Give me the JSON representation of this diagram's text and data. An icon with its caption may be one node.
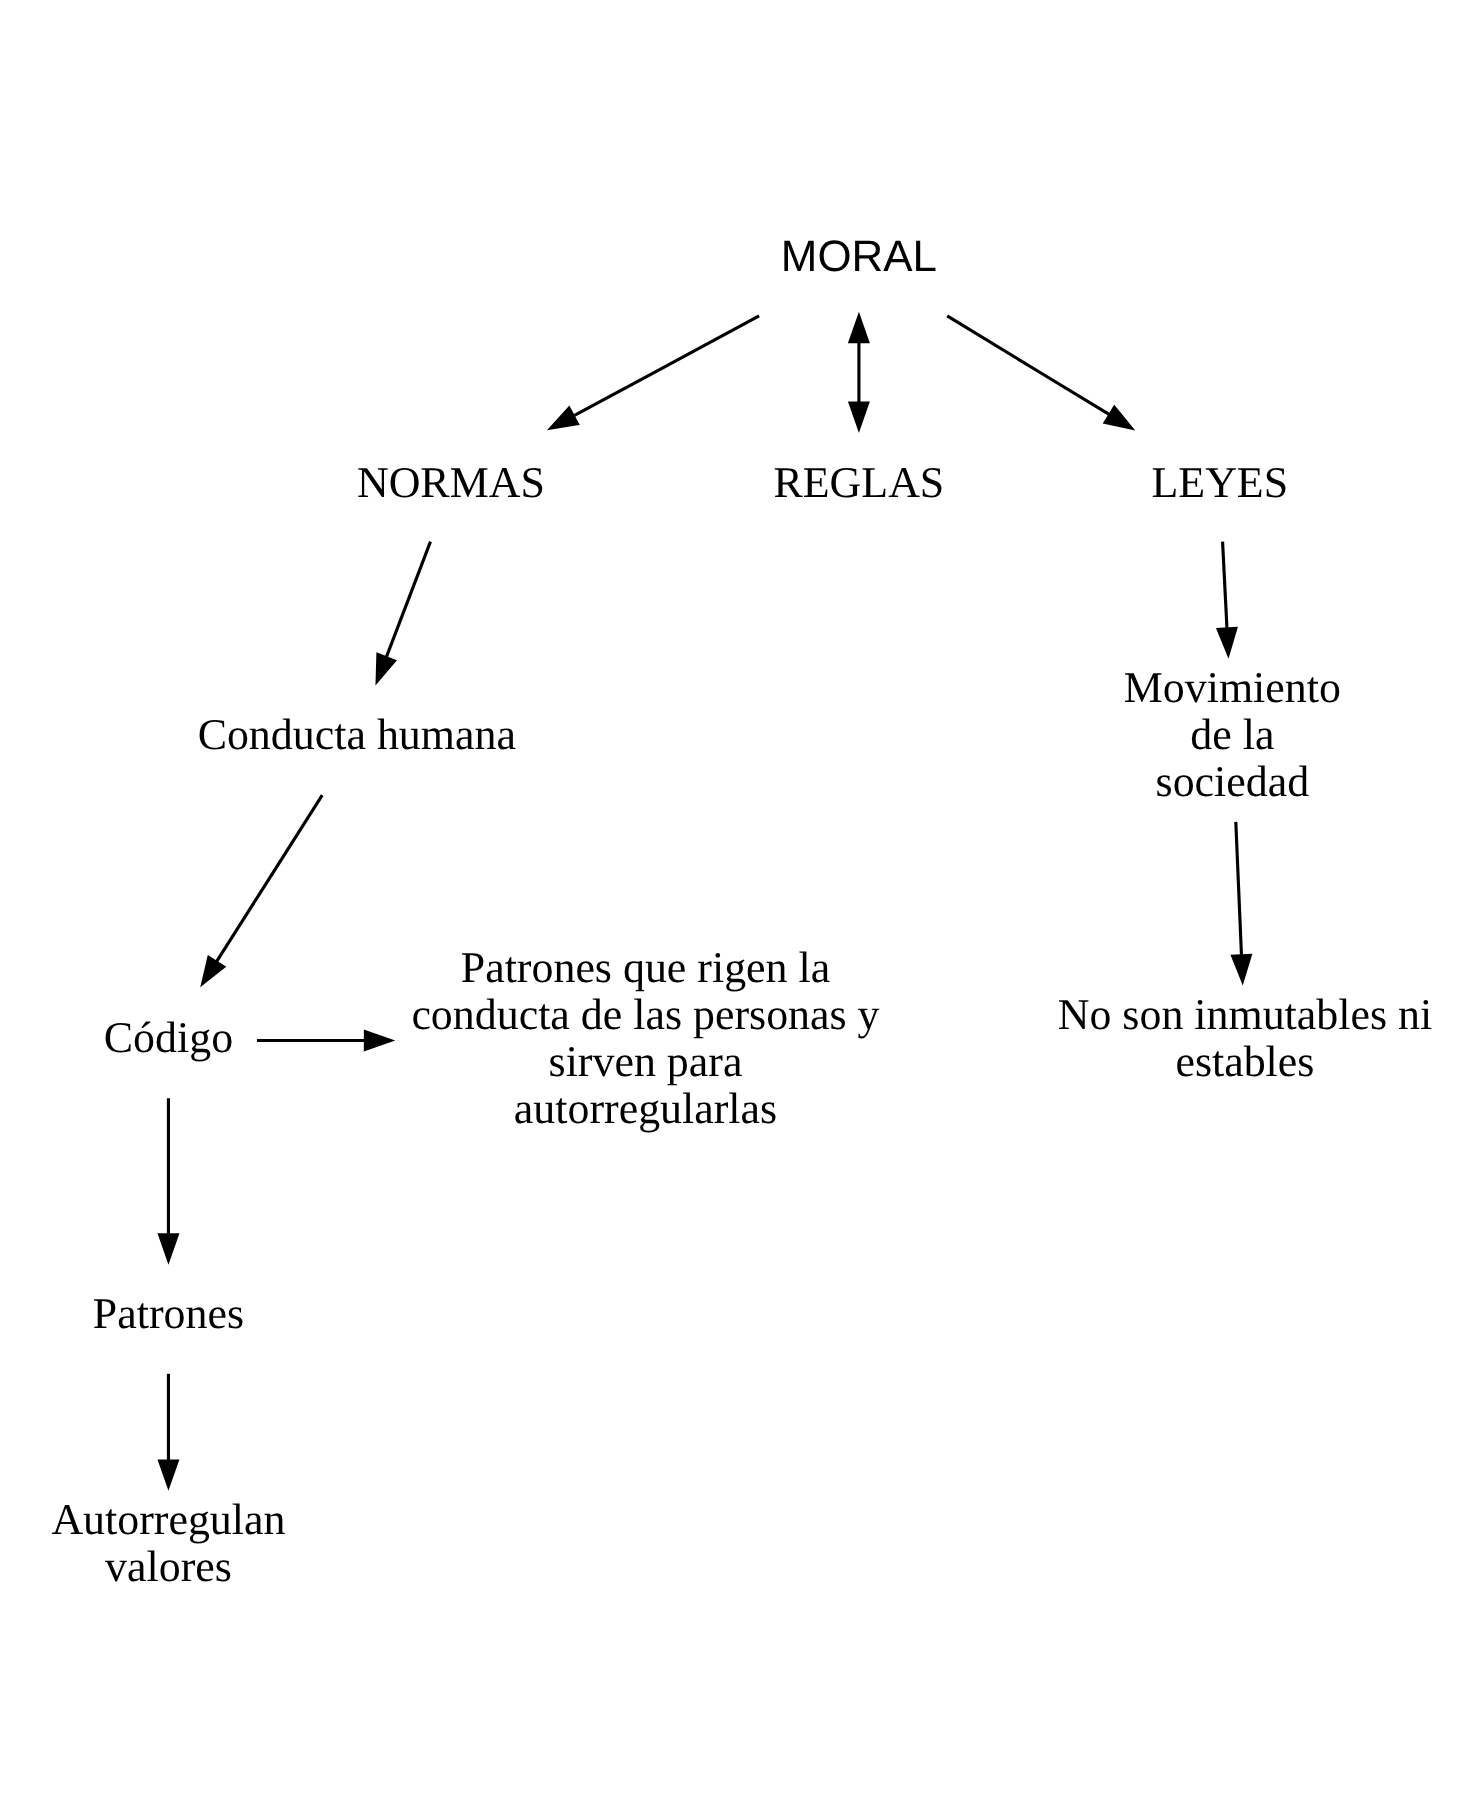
{
  "diagram": {
    "nodes": [
      {
        "text": [
          "MORAL"
        ]
      },
      {
        "text": [
          "NORMAS"
        ]
      },
      {
        "text": [
          "REGLAS"
        ]
      },
      {
        "text": [
          "LEYES"
        ]
      },
      {
        "text": [
          "Movimiento de la sociedad"
        ]
      },
      {
        "text": [
          "No son inmutables ni estables"
        ]
      },
      {
        "text": [
          "Conducta humana"
        ]
      },
      {
        "text": [
          "Código"
        ]
      },
      {
        "text": [
          "Patrones que rigen la conducta de las personas y sirven para autorregularlas"
        ]
      },
      {
        "text": [
          "Patrones"
        ]
      },
      {
        "text": [
          "Autorregulan valores"
        ]
      }
    ],
    "edges": [
      {
        "from": 0,
        "to": 2,
        "arrow": "both"
      },
      {
        "from": 0,
        "to": 1,
        "arrow": "to"
      },
      {
        "from": 0,
        "to": 3,
        "arrow": "to"
      },
      {
        "from": 1,
        "to": 6,
        "arrow": "to"
      },
      {
        "from": 6,
        "to": 7,
        "arrow": "to"
      },
      {
        "from": 7,
        "to": 8,
        "arrow": "to"
      },
      {
        "from": 7,
        "to": 9,
        "arrow": "to"
      },
      {
        "from": 9,
        "to": 10,
        "arrow": "to"
      },
      {
        "from": 3,
        "to": 4,
        "arrow": "to"
      },
      {
        "from": 4,
        "to": 5,
        "arrow": "to"
      }
    ]
  }
}
